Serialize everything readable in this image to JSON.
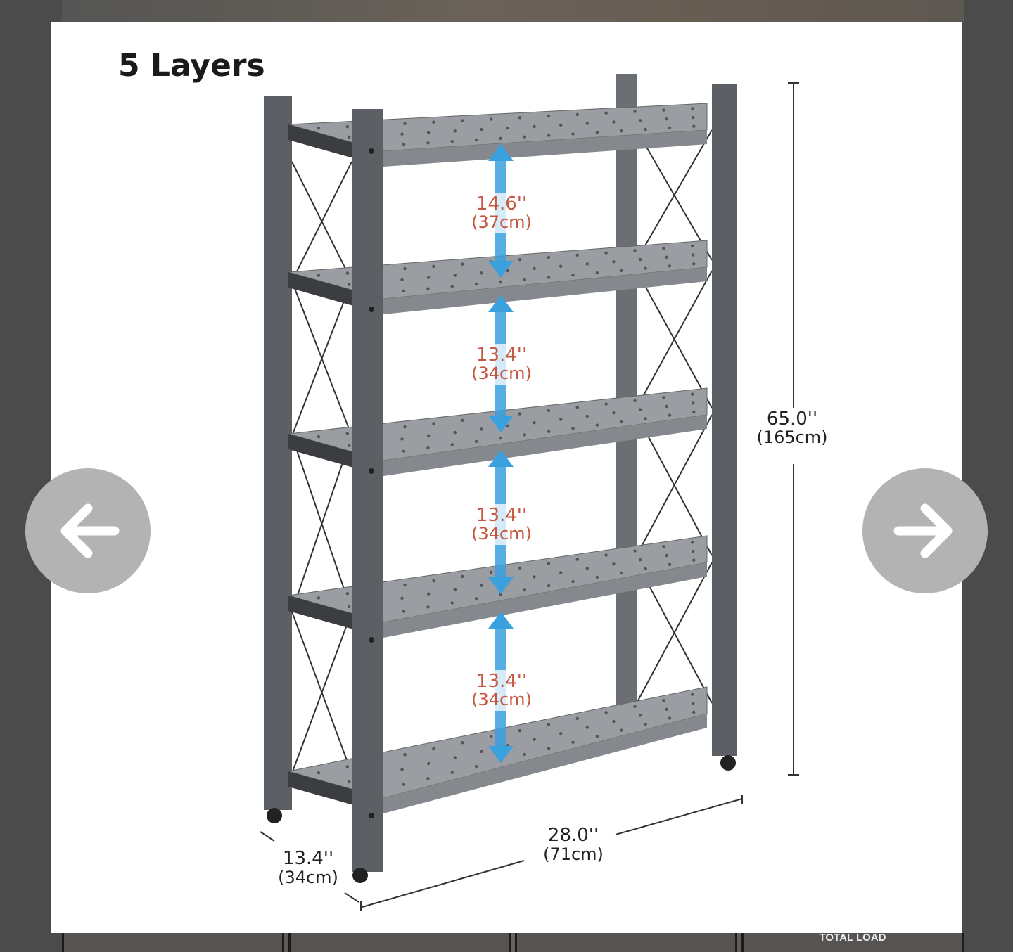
{
  "image": {
    "title": "5 Layers",
    "spacings": [
      {
        "in": "14.6''",
        "cm": "(37cm)"
      },
      {
        "in": "13.4''",
        "cm": "(34cm)"
      },
      {
        "in": "13.4''",
        "cm": "(34cm)"
      },
      {
        "in": "13.4''",
        "cm": "(34cm)"
      }
    ],
    "height": {
      "in": "65.0''",
      "cm": "(165cm)"
    },
    "width": {
      "in": "28.0''",
      "cm": "(71cm)"
    },
    "depth": {
      "in": "13.4''",
      "cm": "(34cm)"
    }
  },
  "thumbnails": [
    {
      "text": ""
    },
    {
      "text": ""
    },
    {
      "text": ""
    },
    {
      "text": "TOTAL LOAD"
    }
  ],
  "colors": {
    "label": "#c4563f",
    "arrow": "#3aa0de",
    "frame": "#5c5f63",
    "shelf": "#9a9da1"
  }
}
